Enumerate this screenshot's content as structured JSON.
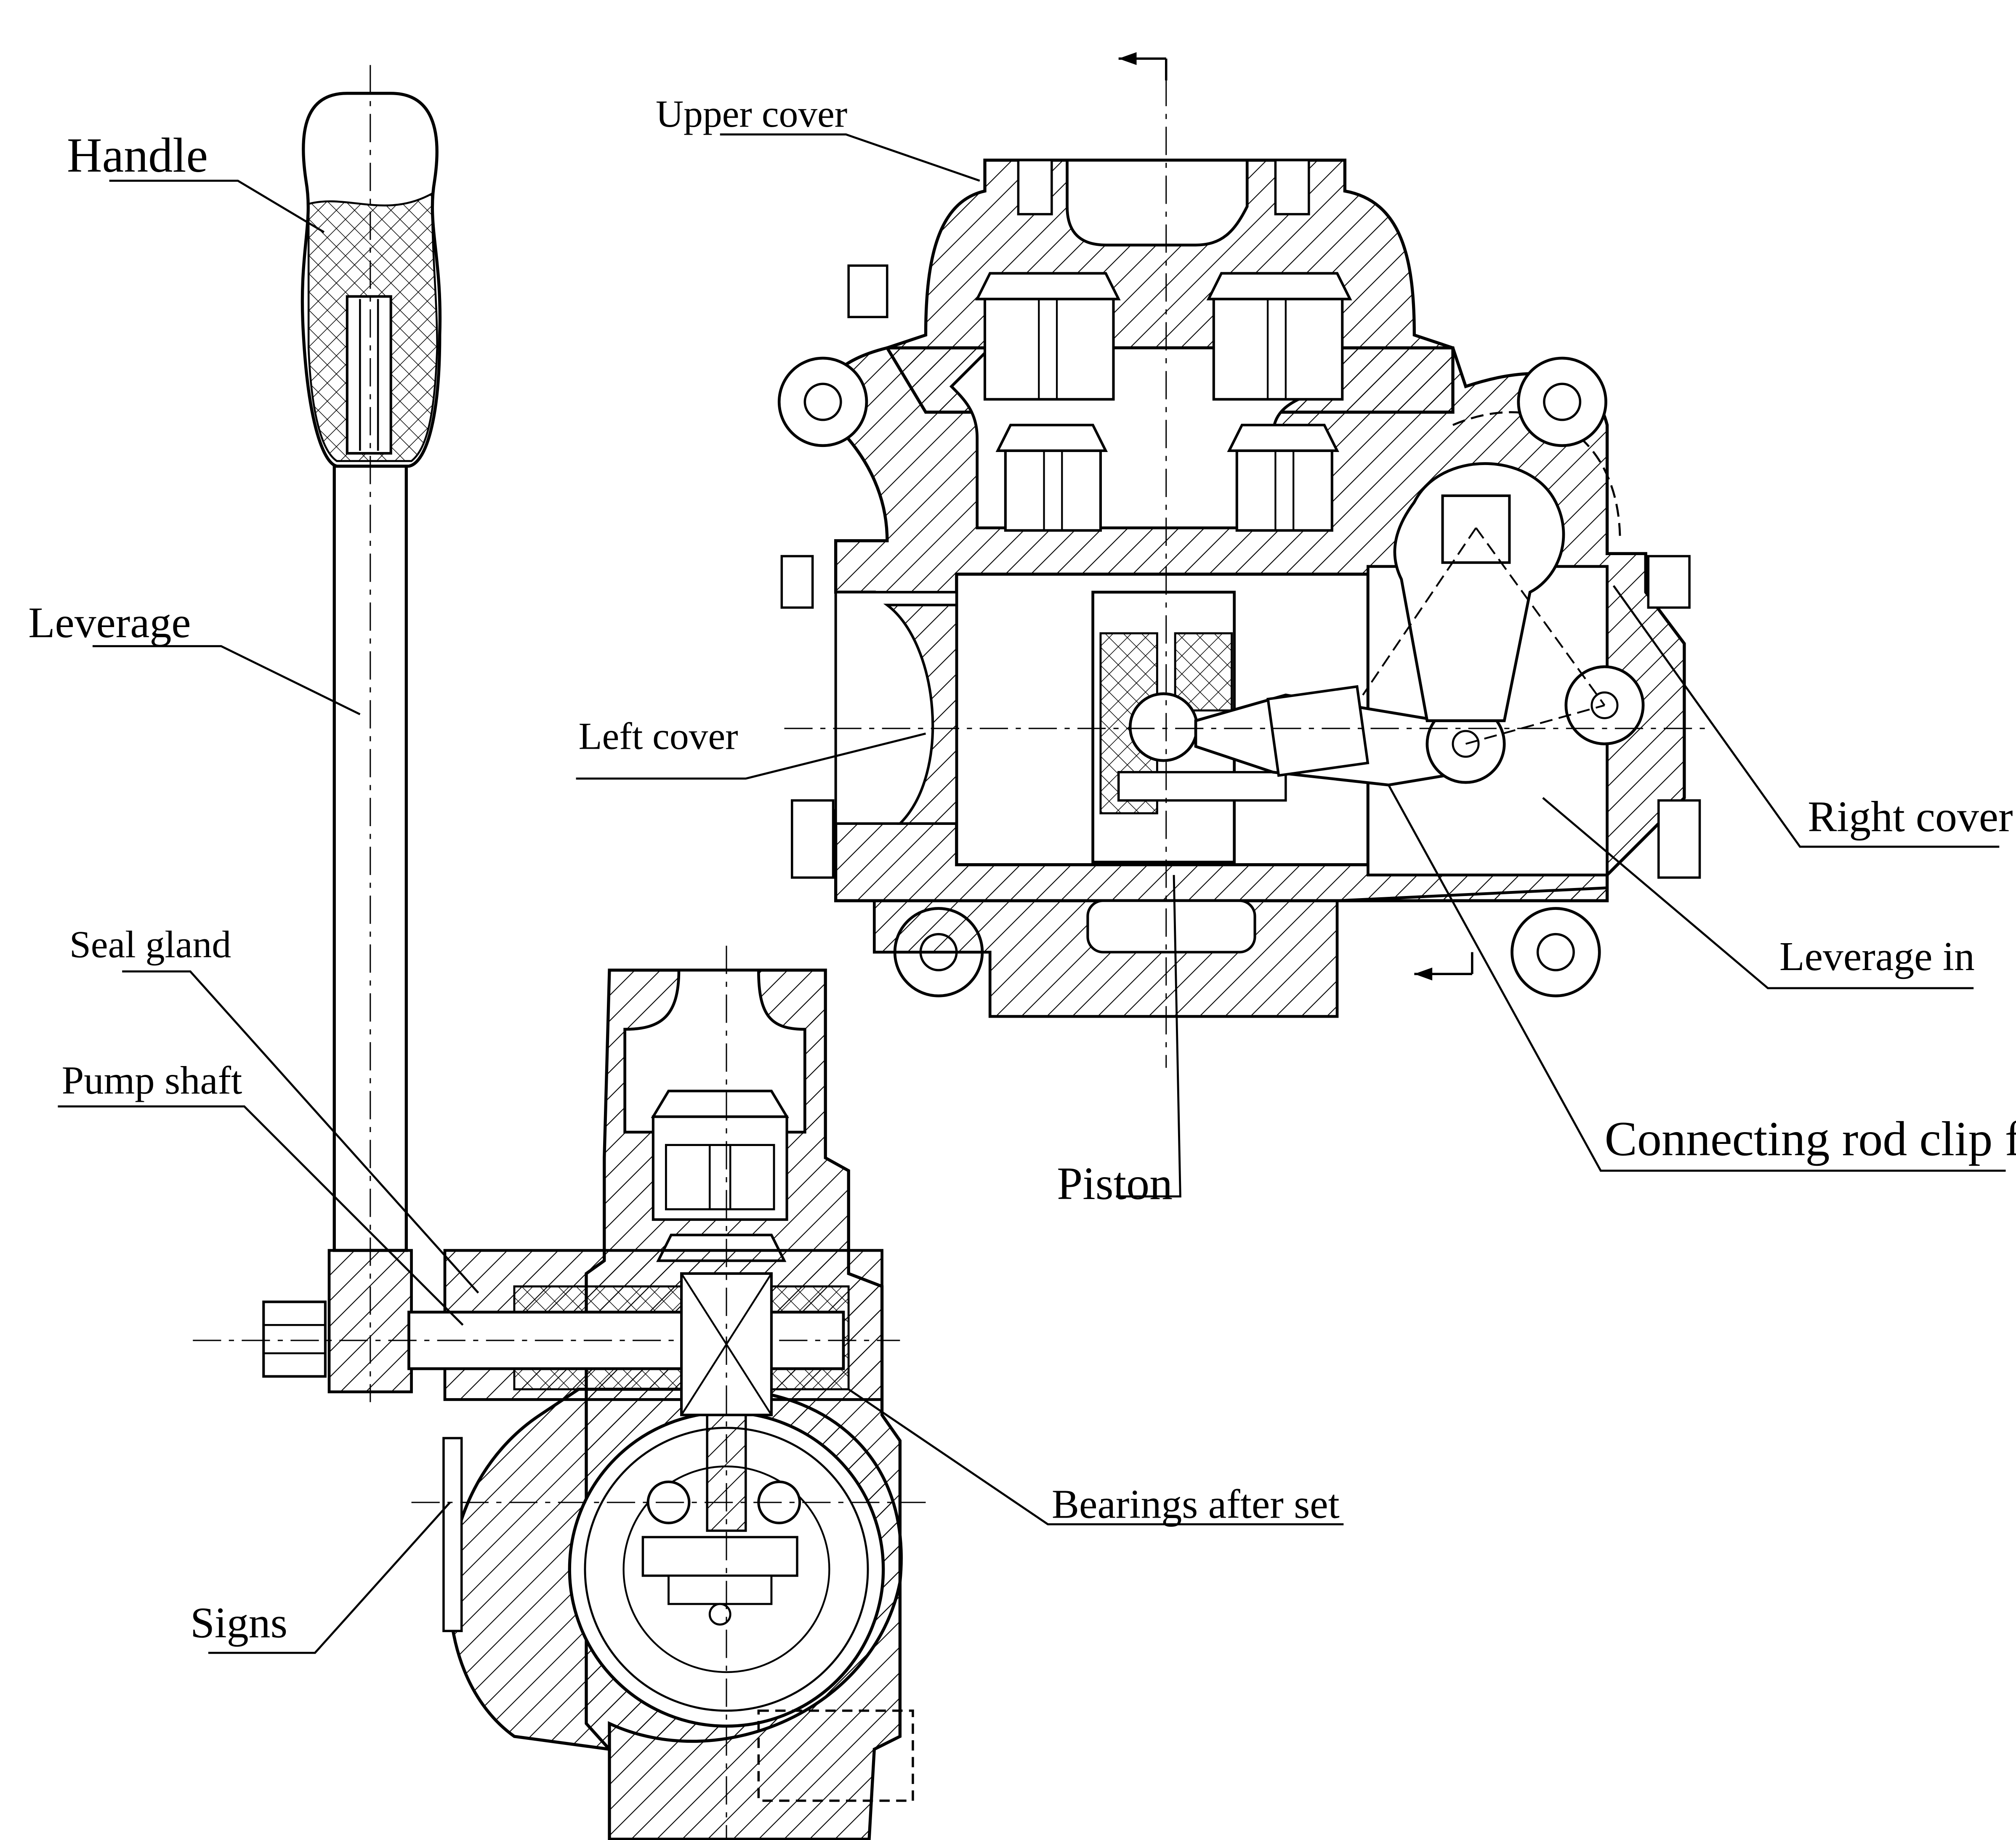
{
  "labels": {
    "handle": "Handle",
    "leverage": "Leverage",
    "seal_gland": "Seal gland",
    "pump_shaft": "Pump shaft",
    "signs": "Signs",
    "upper_cover": "Upper cover",
    "left_cover": "Left cover",
    "right_cover": "Right cover",
    "leverage_in": "Leverage in",
    "connecting_rod_clip_fork": "Connecting rod clip fork",
    "piston": "Piston",
    "bearings_after_set": "Bearings after set"
  },
  "colors": {
    "line": "#000000",
    "background": "#ffffff"
  }
}
